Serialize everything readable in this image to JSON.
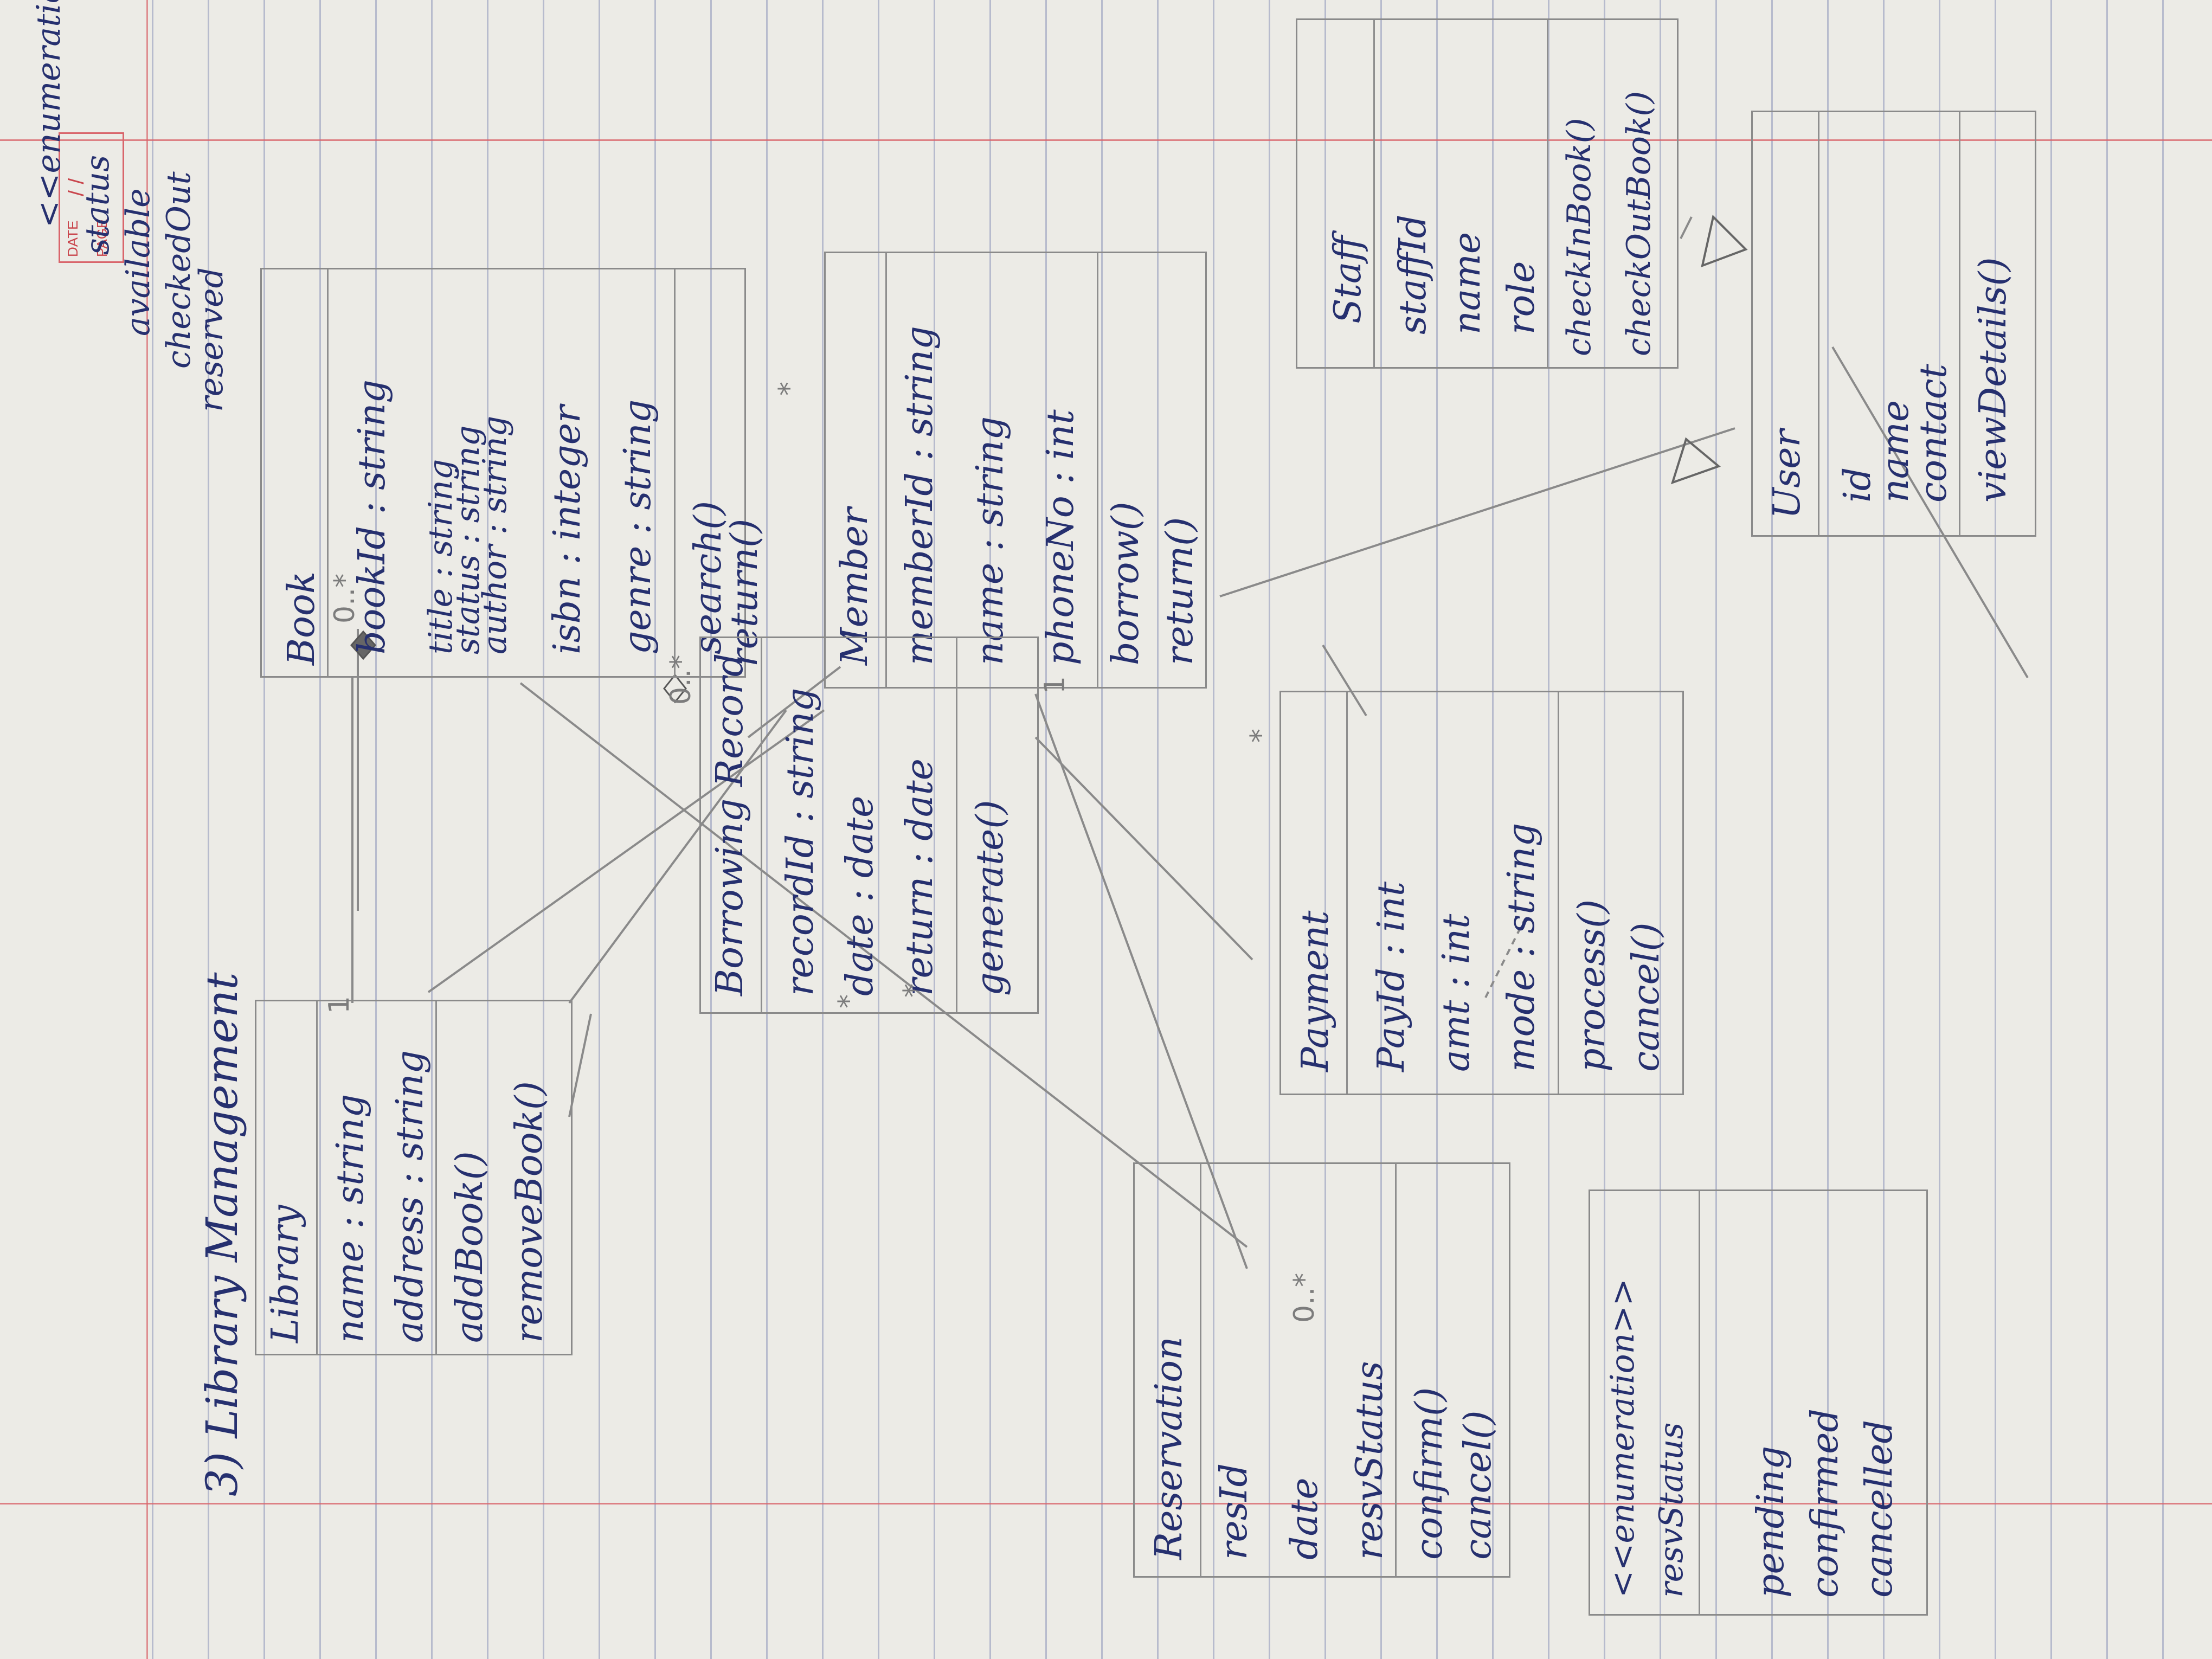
{
  "heading": "3) Library Management",
  "date_box": {
    "date_label": "DATE",
    "page_label": "PAGE",
    "date_value": "/ /"
  },
  "enum_status": {
    "stereotype": "<<enumeration>>",
    "name": "status",
    "values": [
      "available",
      "checkedOut",
      "reserved"
    ]
  },
  "book": {
    "name": "Book",
    "attributes": [
      "bookId : string",
      "title : string",
      "status : string",
      "author : string",
      "isbn : integer",
      "genre : string"
    ],
    "methods": [
      "search()",
      "return()"
    ]
  },
  "member": {
    "name": "Member",
    "attributes": [
      "memberId : string",
      "name : string",
      "phoneNo : int"
    ],
    "methods": [
      "borrow()",
      "return()"
    ]
  },
  "staff": {
    "name": "Staff",
    "attributes": [
      "staffId",
      "name",
      "role"
    ],
    "methods": [
      "checkInBook()",
      "checkOutBook()"
    ]
  },
  "user": {
    "name": "User",
    "attributes": [
      "id",
      "name",
      "contact"
    ],
    "methods": [
      "viewDetails()"
    ]
  },
  "library": {
    "name": "Library",
    "attributes": [
      "name : string",
      "address : string"
    ],
    "methods": [
      "addBook()",
      "removeBook()"
    ]
  },
  "borrowing": {
    "name": "Borrowing Record",
    "attributes": [
      "recordId : string",
      "date : date",
      "return : date"
    ],
    "methods": [
      "generate()"
    ]
  },
  "payment": {
    "name": "Payment",
    "attributes": [
      "PayId : int",
      "amt : int",
      "mode : string"
    ],
    "methods": [
      "process()",
      "cancel()"
    ]
  },
  "reservation": {
    "name": "Reservation",
    "attributes": [
      "resId",
      "date",
      "resvStatus"
    ],
    "methods": [
      "confirm()",
      "cancel()"
    ]
  },
  "enum_resv": {
    "stereotype": "<<enumeration>>",
    "name": "resvStatus",
    "values": [
      "pending",
      "confirmed",
      "cancelled"
    ]
  },
  "multiplicities": {
    "zero_many": "0..*",
    "many": "*",
    "one": "1"
  }
}
